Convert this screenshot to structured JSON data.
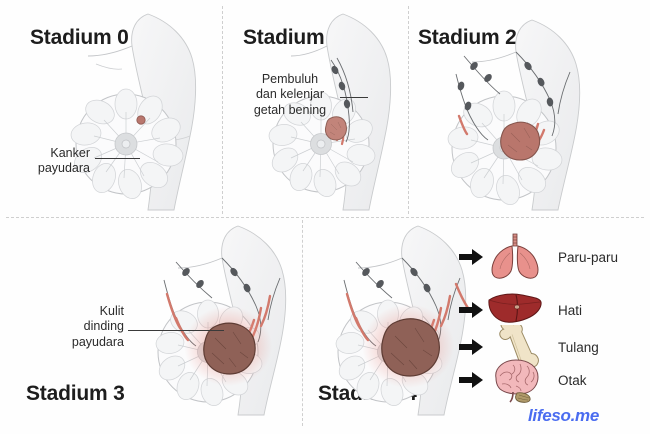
{
  "panels": [
    {
      "id": "stadium-0",
      "title": "Stadium 0",
      "callout": "Kanker\npayudara"
    },
    {
      "id": "stadium-1",
      "title": "Stadium 1",
      "callout": "Pembuluh\ndan kelenjar\ngetah bening"
    },
    {
      "id": "stadium-2",
      "title": "Stadium 2",
      "callout": ""
    },
    {
      "id": "stadium-3",
      "title": "Stadium 3",
      "callout": "Kulit\ndinding\npayudara"
    },
    {
      "id": "stadium-4",
      "title": "Stadium 4",
      "callout": ""
    }
  ],
  "metastasis": {
    "organs": [
      {
        "name": "lungs",
        "label": "Paru-paru"
      },
      {
        "name": "liver",
        "label": "Hati"
      },
      {
        "name": "bone",
        "label": "Tulang"
      },
      {
        "name": "brain",
        "label": "Otak"
      }
    ]
  },
  "watermark": {
    "text": "lifeso.me",
    "color": "#4a6cf0"
  },
  "colors": {
    "tumor_early": "#c2847a",
    "tumor_mid": "#b9766c",
    "tumor_late": "#8f6157",
    "inflammation": "#e8897f",
    "lymph_vessel": "#d98b7e",
    "lymph_node": "#55585c",
    "body_outline": "#b9bbbd",
    "lobule": "#d6d8da",
    "divider": "#cfcfcf",
    "title": "#1d1d1d"
  }
}
